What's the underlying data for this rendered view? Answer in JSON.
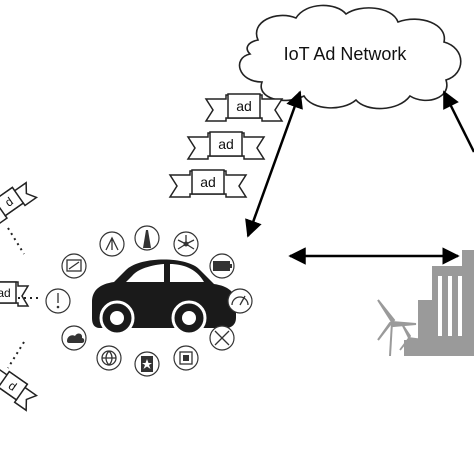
{
  "network": {
    "label": "IoT Ad Network"
  },
  "ads": {
    "top_label": "ad",
    "middle_label": "ad",
    "bottom_label": "ad",
    "left_top_label": "d",
    "left_middle_label": "ad",
    "left_bottom_label": "d"
  },
  "vehicle": {
    "icons": [
      "compass-icon",
      "road-icon",
      "network-icon",
      "battery-icon",
      "gauge-icon",
      "tools-icon",
      "cpu-icon",
      "star-badge-icon",
      "web-icon",
      "weather-icon",
      "warning-icon",
      "screen-icon"
    ]
  },
  "colors": {
    "ink": "#111111",
    "car": "#1a1a1a",
    "city": "#9a9a9a",
    "arrow": "#000000"
  }
}
